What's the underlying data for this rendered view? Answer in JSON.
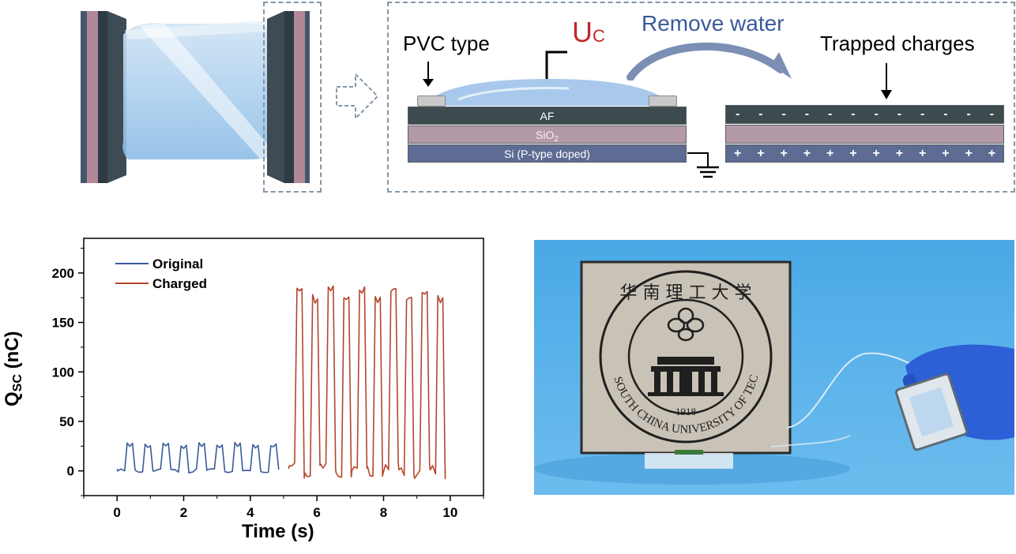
{
  "schematic": {
    "pvc_label": "PVC type",
    "uc_main": "U",
    "uc_sub": "C",
    "remove_water_label": "Remove water",
    "trapped_label": "Trapped charges",
    "layer_af": "AF",
    "layer_sio2_main": "SiO",
    "layer_sio2_sub": "2",
    "layer_si": "Si (P-type doped)",
    "neg_sign": "-",
    "pos_sign": "+"
  },
  "chart_data": {
    "type": "line",
    "ylabel_main": "Q",
    "ylabel_sub": "SC",
    "ylabel_unit": " (nC)",
    "xlabel": "Time (s)",
    "xlim": [
      -1,
      11
    ],
    "ylim": [
      -25,
      235
    ],
    "xticks": [
      "0",
      "2",
      "4",
      "6",
      "8",
      "10"
    ],
    "yticks": [
      "0",
      "50",
      "100",
      "150",
      "200"
    ],
    "series": [
      {
        "name": "Original",
        "color": "#3a5a9a",
        "t_start": 0.0,
        "t_end": 4.85,
        "cycles": 9,
        "period": 0.47,
        "low": 0,
        "high": 27
      },
      {
        "name": "Charged",
        "color": "#b5452a",
        "t_start": 5.15,
        "t_end": 9.85,
        "cycles": 10,
        "period": 0.44,
        "low": 0,
        "high": 180
      }
    ]
  },
  "photo": {
    "seal_top_chars": "华 南 理 工 大 学",
    "seal_text": "SOUTH CHINA UNIVERSITY OF TECHNOLOGY",
    "seal_year": "1918"
  },
  "colors": {
    "dash": "#8497a8",
    "uc_red": "#c0272d",
    "remove_blue": "#3b5a9a",
    "original_line": "#3a5a9a",
    "charged_line": "#b5452a"
  }
}
